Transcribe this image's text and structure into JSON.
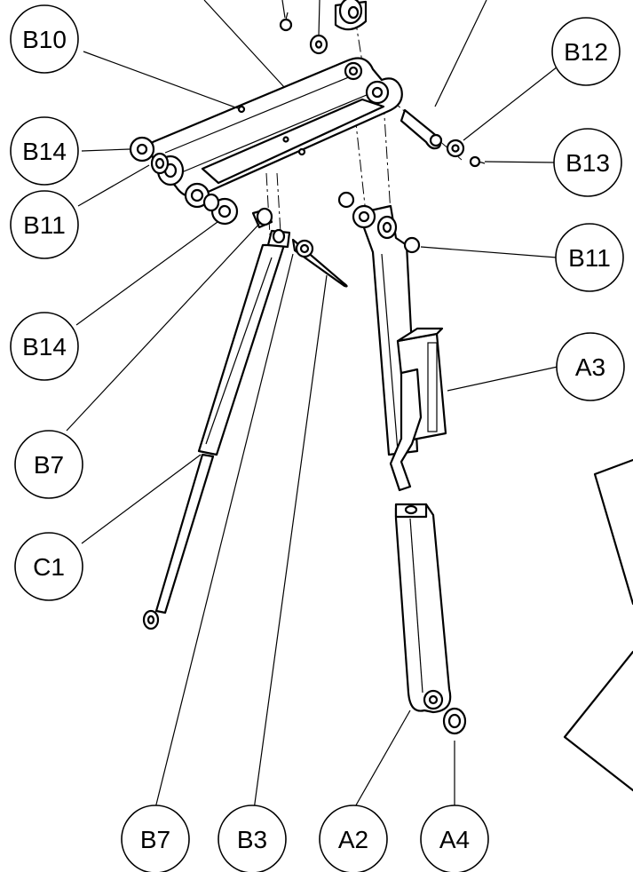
{
  "callouts": [
    {
      "id": "b10-top",
      "label": "B10"
    },
    {
      "id": "b12",
      "label": "B12"
    },
    {
      "id": "b14-top",
      "label": "B14"
    },
    {
      "id": "b13",
      "label": "B13"
    },
    {
      "id": "b11-left",
      "label": "B11"
    },
    {
      "id": "b11-right",
      "label": "B11"
    },
    {
      "id": "b14-mid",
      "label": "B14"
    },
    {
      "id": "a3",
      "label": "A3"
    },
    {
      "id": "b7-mid",
      "label": "B7"
    },
    {
      "id": "c1",
      "label": "C1"
    },
    {
      "id": "b7-bottom",
      "label": "B7"
    },
    {
      "id": "b3",
      "label": "B3"
    },
    {
      "id": "a2",
      "label": "A2"
    },
    {
      "id": "a4",
      "label": "A4"
    }
  ]
}
